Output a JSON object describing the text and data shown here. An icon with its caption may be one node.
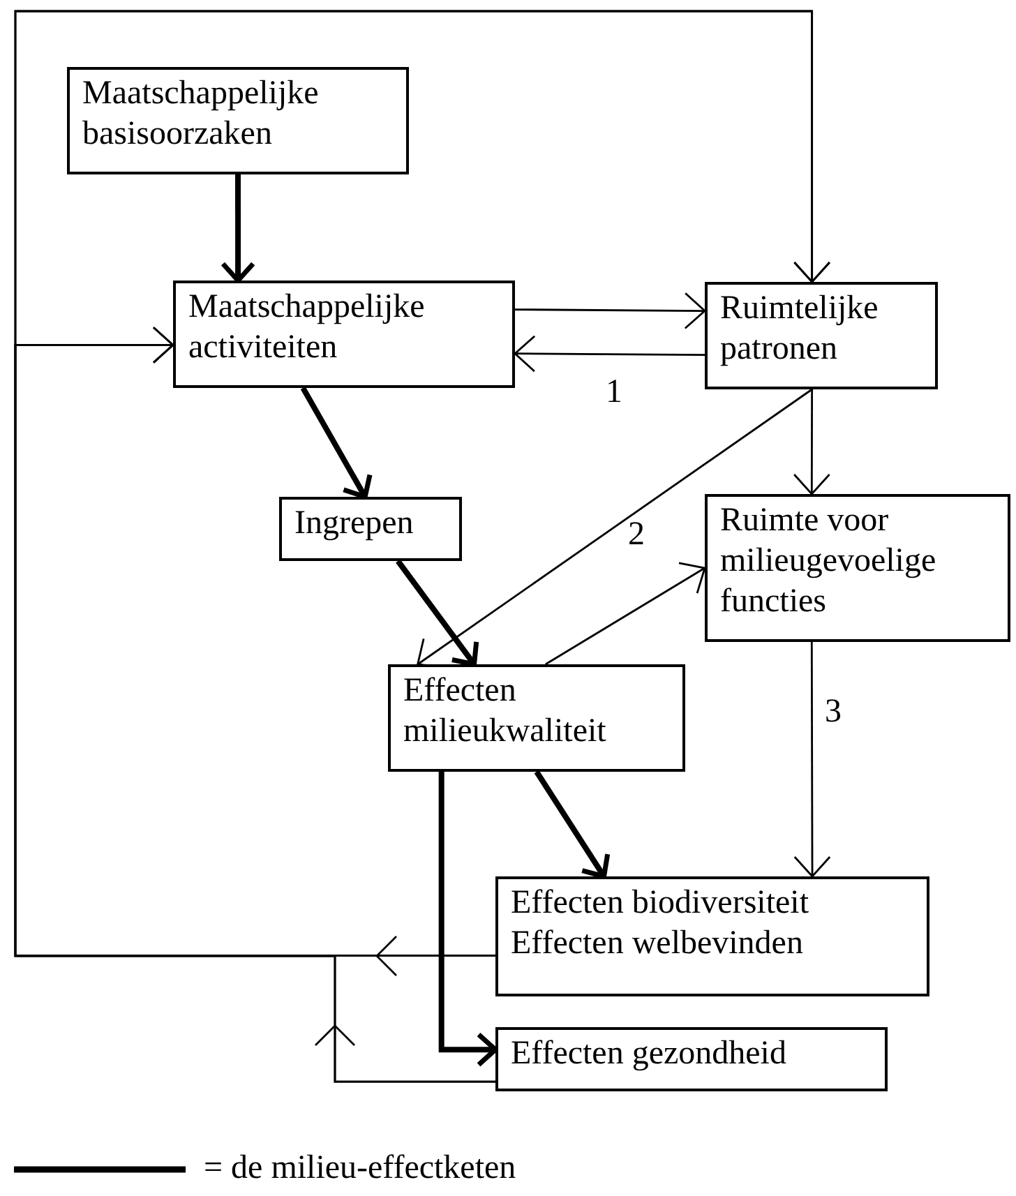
{
  "diagram": {
    "nodes": [
      {
        "text": [
          "Maatschappelijke basisoorzaken"
        ]
      },
      {
        "text": [
          "Maatschappelijke activiteiten"
        ]
      },
      {
        "text": [
          "Ruimtelijke patronen"
        ]
      },
      {
        "text": [
          "Ingrepen"
        ]
      },
      {
        "text": [
          "Ruimte voor milieugevoelige functies"
        ]
      },
      {
        "text": [
          "Effecten milieukwaliteit"
        ]
      },
      {
        "text": [
          "Effecten biodiversiteit",
          "Effecten welbevinden"
        ]
      },
      {
        "text": [
          "Effecten gezondheid"
        ]
      }
    ],
    "edges": [
      {
        "from": 0,
        "to": 1,
        "arrow": "to",
        "style": "thick"
      },
      {
        "from": 1,
        "to": 2,
        "arrow": "to"
      },
      {
        "from": 2,
        "to": 1,
        "arrow": "to"
      },
      {
        "from": 1,
        "to": 3,
        "arrow": "to",
        "style": "thick"
      },
      {
        "from": 3,
        "to": 5,
        "arrow": "to",
        "style": "thick"
      },
      {
        "from": 2,
        "to": 5,
        "arrow": "to"
      },
      {
        "from": 5,
        "to": 4,
        "arrow": "to"
      },
      {
        "from": 2,
        "to": 4,
        "arrow": "to"
      },
      {
        "from": 4,
        "to": 6,
        "arrow": "to"
      },
      {
        "from": 5,
        "to": 6,
        "arrow": "to",
        "style": "thick"
      },
      {
        "from": 5,
        "to": 7,
        "arrow": "to",
        "style": "thick"
      },
      {
        "from": 6,
        "to": 1,
        "arrow": "to"
      },
      {
        "from": 6,
        "to": 2,
        "arrow": "to"
      },
      {
        "from": 7,
        "to": 1,
        "arrow": "to"
      },
      {
        "from": 7,
        "to": 2,
        "arrow": "to"
      }
    ],
    "labels": [
      "1",
      "2",
      "3"
    ],
    "legend": [
      {
        "text": "= de milieu-effectketen"
      }
    ]
  }
}
